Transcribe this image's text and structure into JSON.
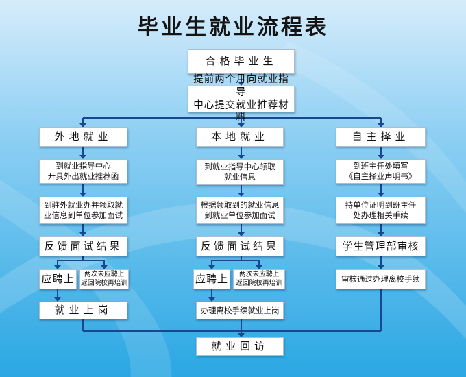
{
  "title": "毕业生就业流程表",
  "colors": {
    "line": "#16478f",
    "box_border": "#aebcd0",
    "bg_top": "#d6ecfb",
    "bg_bottom": "#2aa7e3"
  },
  "nodes": {
    "qualified": "合格毕业生",
    "submit": "提前两个月向就业指导\n中心提交就业推荐材料",
    "waidi": "外地就业",
    "bendi": "本地就业",
    "zizhu": "自主择业",
    "w1": "到就业指导中心\n开具外出就业推荐函",
    "b1": "到就业指导中心领取\n就业信息",
    "z1": "到班主任处填写\n《自主择业声明书》",
    "w2": "到驻外就业办并领取就\n业信息到单位参加面试",
    "b2": "根据领取到的就业信息\n到就业单位参加面试",
    "z2": "持单位证明到班主任\n处办理相关手续",
    "w3": "反馈面试结果",
    "b3": "反馈面试结果",
    "z3": "学生管理部审核",
    "w_hired": "应聘上",
    "w_retrain": "两次未应聘上\n返回院校再培训",
    "b_hired": "应聘上",
    "b_retrain": "两次未应聘上\n返回院校再培训",
    "z4": "审核通过办理离校手续",
    "w5": "就业上岗",
    "b5": "办理离校手续就业上岗",
    "final": "就业回访"
  }
}
